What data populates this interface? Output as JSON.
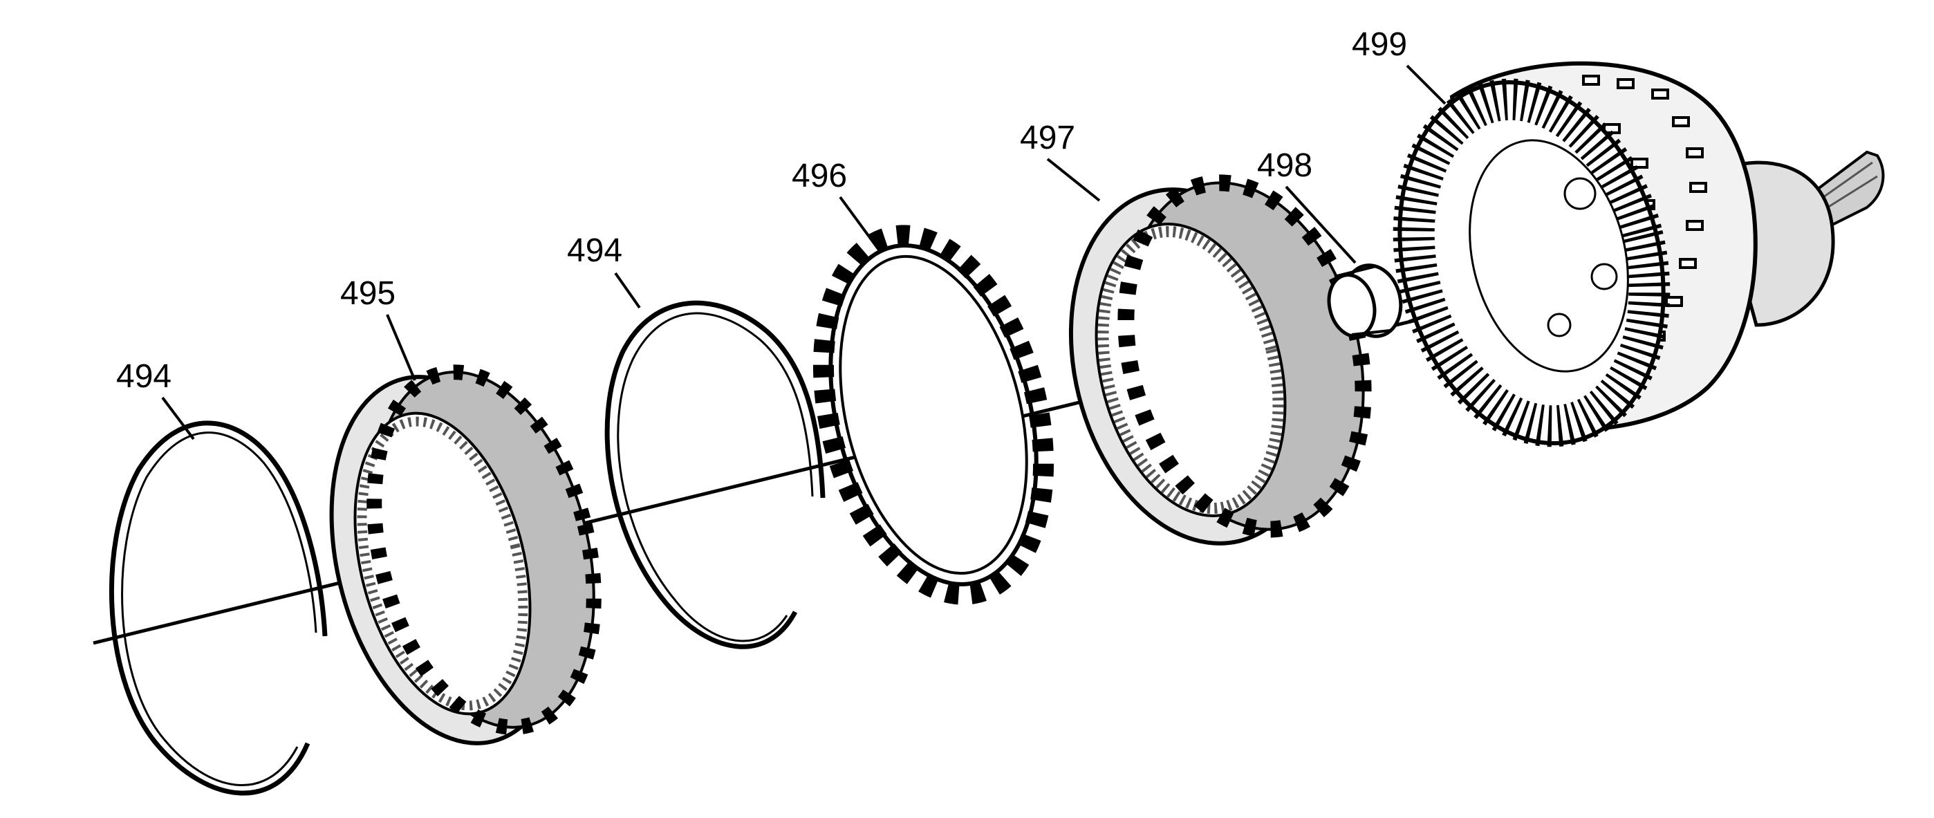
{
  "callouts": {
    "snap_ring_left": "494",
    "ring_495": "495",
    "snap_ring_mid": "494",
    "plate_496": "496",
    "ring_497": "497",
    "bushing_498": "498",
    "housing_499": "499"
  },
  "colors": {
    "ink": "#000000",
    "background": "#ffffff",
    "shade": "#8a8a8a",
    "light_shade": "#d6d6d6"
  }
}
